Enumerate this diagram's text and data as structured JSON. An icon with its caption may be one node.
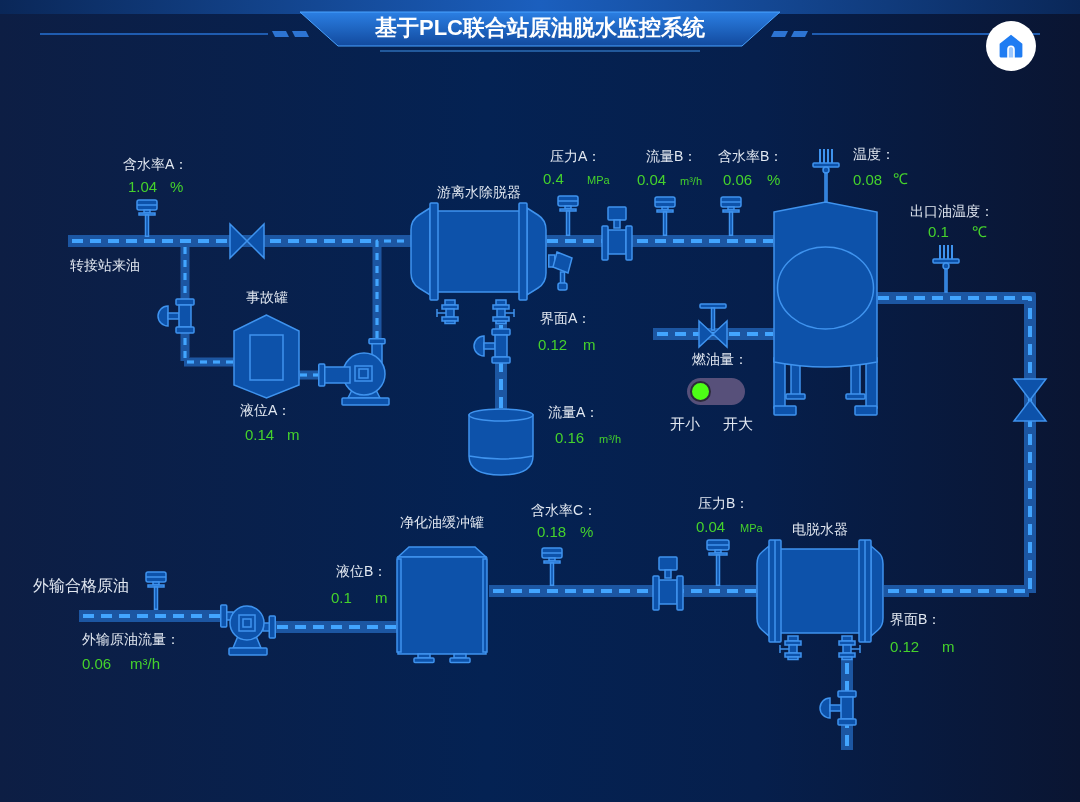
{
  "diagram": {
    "title": "基于PLC联合站原油脱水监控系统",
    "nodes": [
      {
        "text": [
          "游离水除脱器"
        ],
        "beside": [
          "界面A：",
          "0.12",
          "m"
        ]
      },
      {
        "text": [],
        "shape": "tank"
      },
      {
        "text": [
          "事故罐"
        ],
        "beside": [
          "液位A：",
          "0.14",
          "m"
        ]
      },
      {
        "text": [],
        "shape": "pump"
      },
      {
        "text": [],
        "shape": "tank"
      },
      {
        "text": [
          "净化油缓冲罐"
        ],
        "beside": [
          "液位B：",
          "0.1",
          "m"
        ]
      },
      {
        "text": [
          "电脱水器"
        ],
        "beside": [
          "界面B：",
          "0.12",
          "m"
        ]
      },
      {
        "text": [],
        "shape": "pump"
      }
    ],
    "edges": [
      {
        "from": null,
        "to": 0,
        "arrow": "none",
        "style": "dashed"
      },
      {
        "from": null,
        "to": 2,
        "arrow": "none",
        "style": "dashed"
      },
      {
        "from": 2,
        "to": 3,
        "arrow": "none",
        "style": "dashed"
      },
      {
        "from": 3,
        "to": 0,
        "arrow": "none",
        "style": "dashed"
      },
      {
        "from": 0,
        "to": 4,
        "arrow": "none",
        "style": "dashed"
      },
      {
        "from": 0,
        "to": 1,
        "arrow": "none",
        "style": "dashed"
      },
      {
        "from": null,
        "to": 1,
        "arrow": "none",
        "style": "dashed"
      },
      {
        "from": 1,
        "to": 6,
        "arrow": "none",
        "style": "dashed"
      },
      {
        "from": 6,
        "to": null,
        "arrow": "none",
        "style": "dashed"
      },
      {
        "from": 6,
        "to": 5,
        "arrow": "none",
        "style": "dashed"
      },
      {
        "from": 5,
        "to": 7,
        "arrow": "none",
        "style": "dashed"
      },
      {
        "from": 7,
        "to": null,
        "arrow": "none",
        "style": "dashed"
      }
    ],
    "labels": [
      "含水率A：",
      "1.04",
      "%",
      "转接站来油",
      "压力A：",
      "0.4",
      "MPa",
      "流量B：",
      "0.04",
      "m³/h",
      "含水率B：",
      "0.06",
      "%",
      "温度：",
      "0.08",
      "℃",
      "出口油温度：",
      "0.1",
      "℃",
      "燃油量：",
      "开小",
      "开大",
      "流量A：",
      "0.16",
      "m³/h",
      "压力B：",
      "0.04",
      "MPa",
      "含水率C：",
      "0.18",
      "%",
      "外输合格原油",
      "外输原油流量：",
      "0.06",
      "m³/h"
    ]
  }
}
